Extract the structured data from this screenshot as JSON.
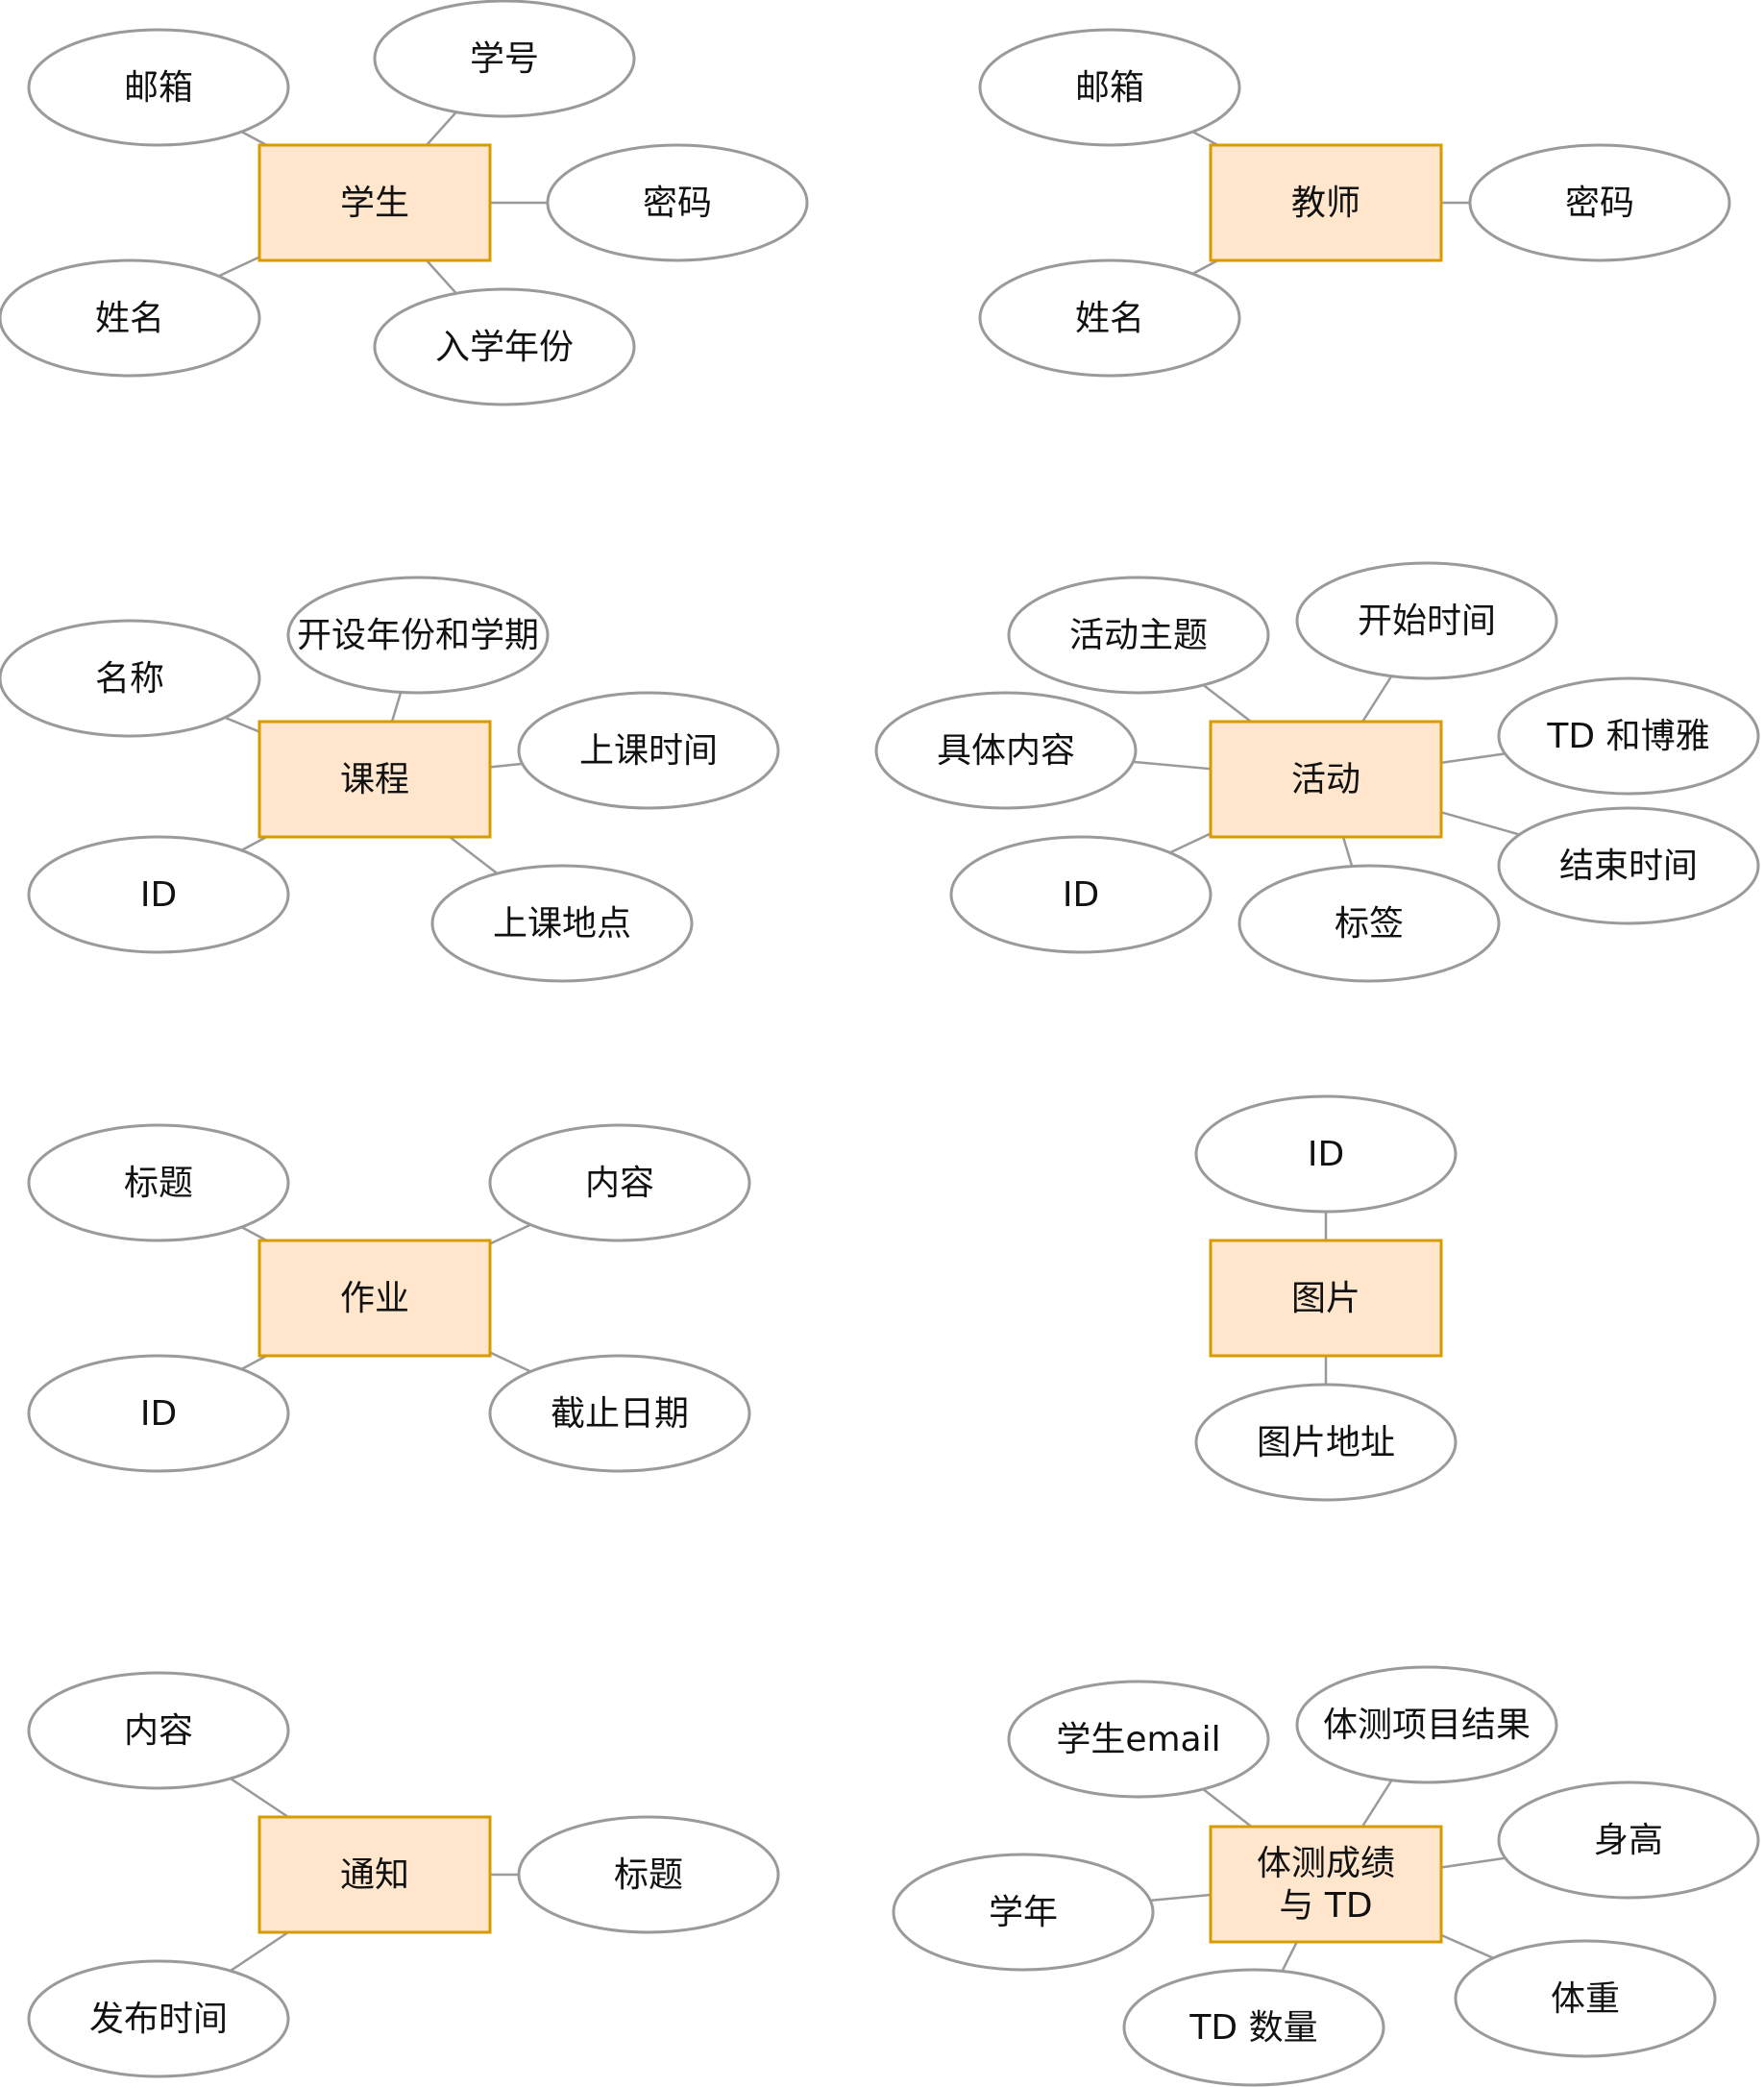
{
  "colors": {
    "entity_fill": "#ffe6cc",
    "entity_stroke": "#d79b00",
    "attribute_stroke": "#9a9a9a",
    "text": "#111111"
  },
  "entities": [
    {
      "name": "学生",
      "attributes": [
        "邮箱",
        "学号",
        "密码",
        "姓名",
        "入学年份"
      ]
    },
    {
      "name": "教师",
      "attributes": [
        "邮箱",
        "密码",
        "姓名"
      ]
    },
    {
      "name": "课程",
      "attributes": [
        "名称",
        "开设年份和学期",
        "上课时间",
        "ID",
        "上课地点"
      ]
    },
    {
      "name": "活动",
      "attributes": [
        "活动主题",
        "开始时间",
        "具体内容",
        "TD 和博雅",
        "ID",
        "标签",
        "结束时间"
      ]
    },
    {
      "name": "作业",
      "attributes": [
        "标题",
        "内容",
        "ID",
        "截止日期"
      ]
    },
    {
      "name": "图片",
      "attributes": [
        "ID",
        "图片地址"
      ]
    },
    {
      "name": "通知",
      "attributes": [
        "内容",
        "标题",
        "发布时间"
      ]
    },
    {
      "name": [
        "体测成绩",
        "与 TD"
      ],
      "attributes": [
        "学生email",
        "体测项目结果",
        "身高",
        "学年",
        "TD 数量",
        "体重"
      ]
    }
  ]
}
